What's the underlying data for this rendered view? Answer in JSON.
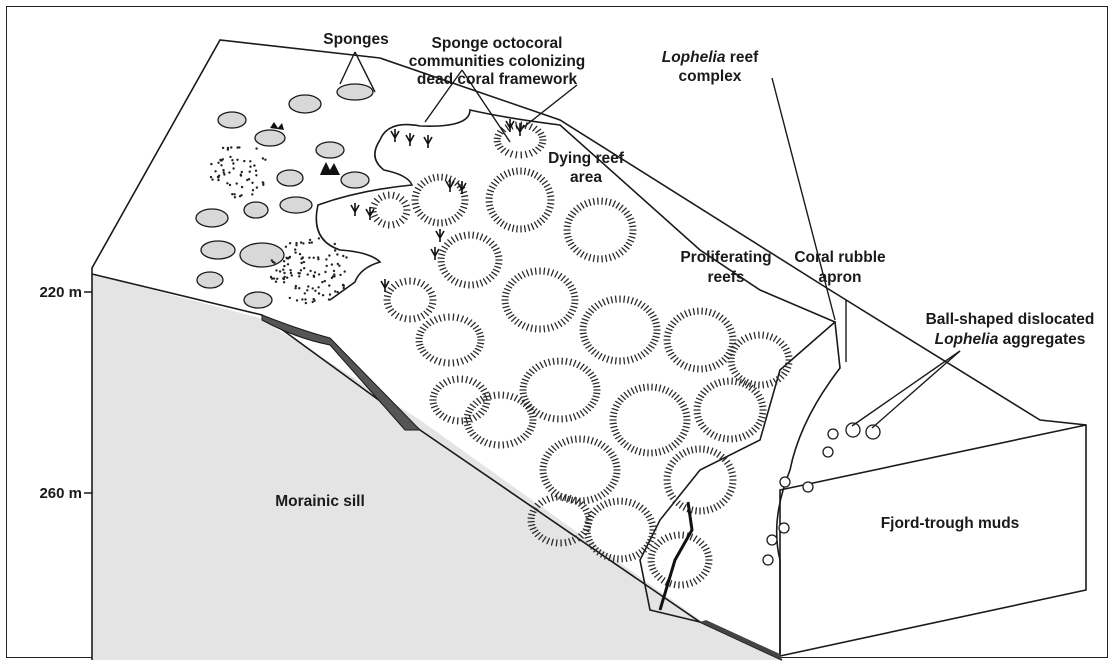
{
  "labels": {
    "sponges": "Sponges",
    "octocoral_1": "Sponge octocoral",
    "octocoral_2": "communities colonizing",
    "octocoral_3": "dead coral framework",
    "lophelia_italic": "Lophelia",
    "lophelia_rest": " reef",
    "lophelia_2": "complex",
    "dying_1": "Dying reef",
    "dying_2": "area",
    "prolif_1": "Proliferating",
    "prolif_2": "reefs",
    "rubble_1": "Coral rubble",
    "rubble_2": "apron",
    "ball_1": "Ball-shaped dislocated",
    "ball_italic": "Lophelia",
    "ball_rest": " aggregates",
    "morainic": "Morainic sill",
    "fjord": "Fjord-trough muds"
  },
  "depth_axis": {
    "ticks": [
      "220 m",
      "260 m"
    ]
  },
  "colors": {
    "side_face": "#e4e4e4",
    "line": "#1a1a1a",
    "background": "#ffffff"
  }
}
